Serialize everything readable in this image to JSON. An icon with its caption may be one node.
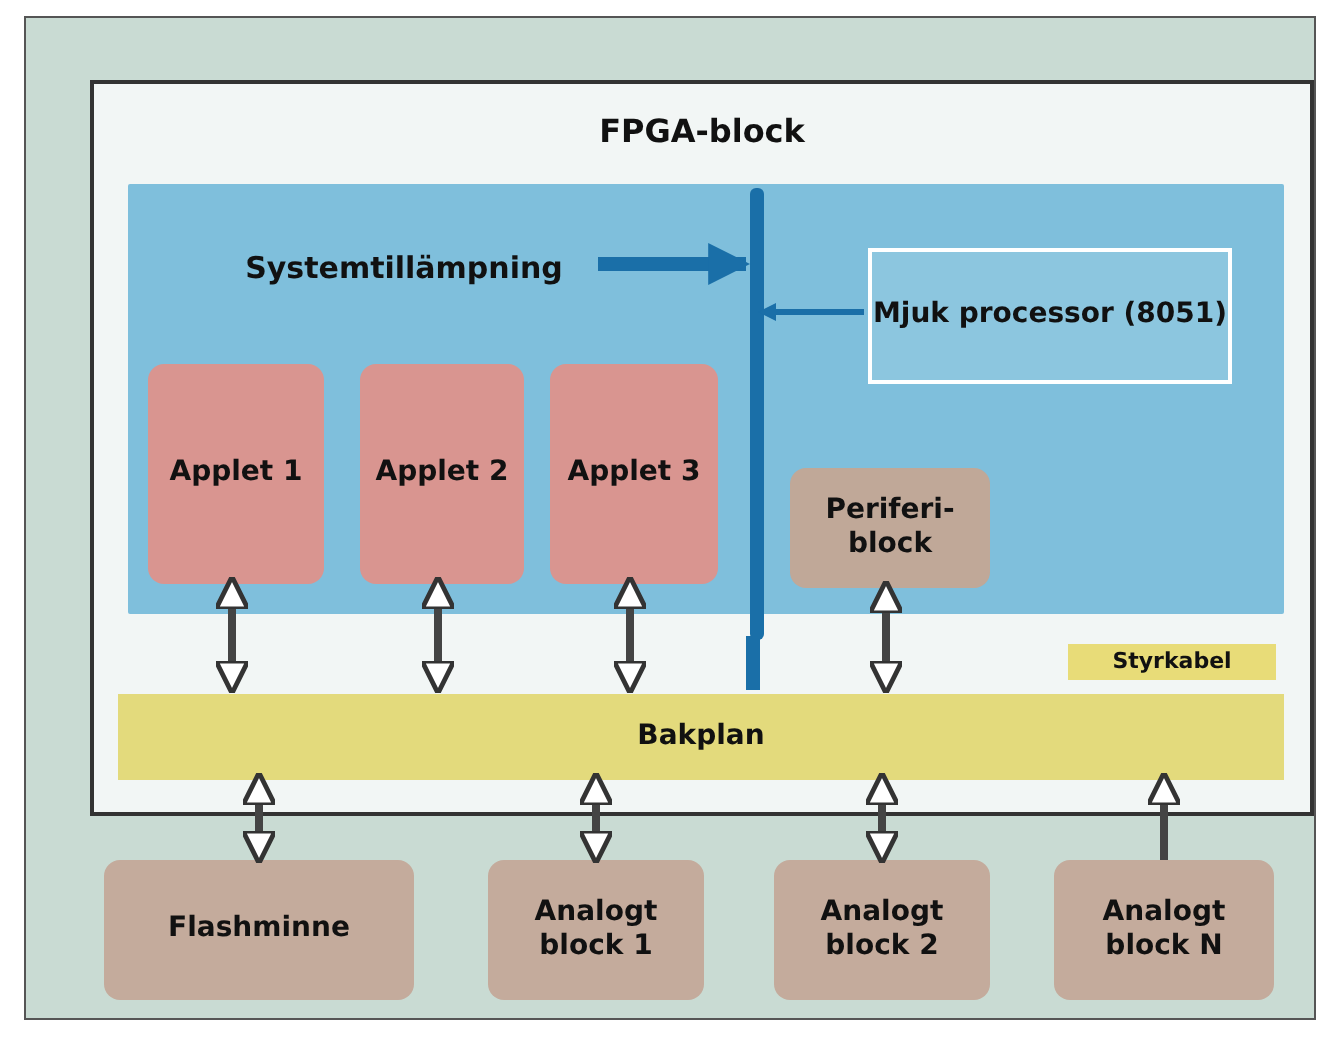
{
  "diagram": {
    "nodes": [
      {
        "text": [
          "FPGA-block"
        ]
      },
      {
        "text": [],
        "shape": "box",
        "in": 0
      },
      {
        "text": [
          "Systemtillämpning"
        ],
        "in": 1
      },
      {
        "text": [
          "Mjuk processor (8051)"
        ],
        "in": 1
      },
      {
        "text": [
          "Applet 1"
        ],
        "in": 1
      },
      {
        "text": [
          "Applet 2"
        ],
        "in": 1
      },
      {
        "text": [
          "Applet 3"
        ],
        "in": 1
      },
      {
        "text": [
          "Periferi- block"
        ],
        "in": 1
      },
      {
        "text": [],
        "shape": "bar",
        "in": 0
      },
      {
        "text": [
          "Styrkabel"
        ],
        "in": 0
      },
      {
        "text": [
          "Bakplan"
        ],
        "in": 0
      },
      {
        "text": [
          "Flashminne"
        ]
      },
      {
        "text": [
          "Analogt block 1"
        ]
      },
      {
        "text": [
          "Analogt block 2"
        ]
      },
      {
        "text": [
          "Analogt block N"
        ]
      }
    ],
    "edges": [
      {
        "from": 2,
        "to": 8,
        "arrow": "to",
        "color": "#1a6fa8"
      },
      {
        "from": 3,
        "to": 8,
        "arrow": "to",
        "color": "#1a6fa8"
      },
      {
        "from": 8,
        "to": 10,
        "arrow": "none",
        "color": "#1a6fa8"
      },
      {
        "from": 4,
        "to": 10,
        "arrow": "both"
      },
      {
        "from": 5,
        "to": 10,
        "arrow": "both"
      },
      {
        "from": 6,
        "to": 10,
        "arrow": "both"
      },
      {
        "from": 7,
        "to": 10,
        "arrow": "both"
      },
      {
        "from": 10,
        "to": 11,
        "arrow": "both"
      },
      {
        "from": 10,
        "to": 12,
        "arrow": "both"
      },
      {
        "from": 10,
        "to": 13,
        "arrow": "both"
      },
      {
        "from": 14,
        "to": 10,
        "arrow": "to"
      }
    ]
  }
}
